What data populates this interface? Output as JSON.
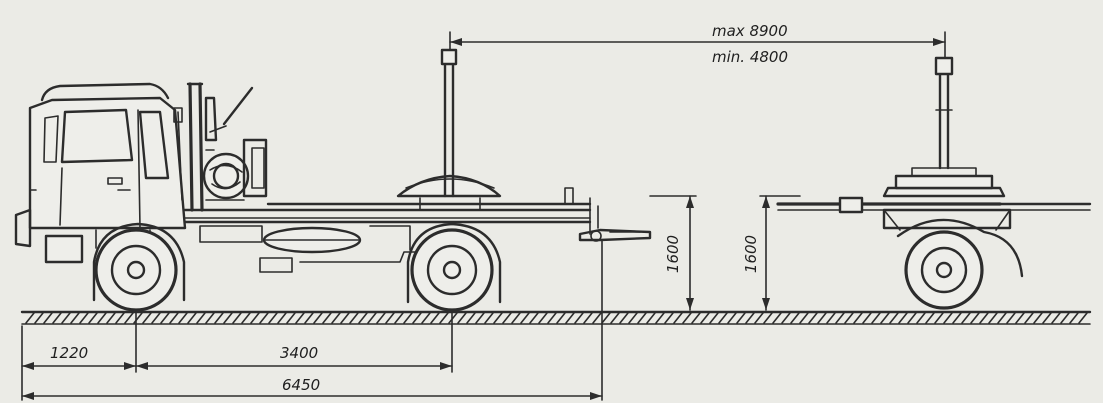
{
  "dimensions": {
    "max_length": "max 8900",
    "min_length": "min. 4800",
    "truck_height": "1600",
    "trailer_height": "1600",
    "front_overhang": "1220",
    "wheelbase": "3400",
    "overall_length": "6450"
  },
  "colors": {
    "background": "#ebebe6",
    "ink": "#2c2c2c"
  }
}
